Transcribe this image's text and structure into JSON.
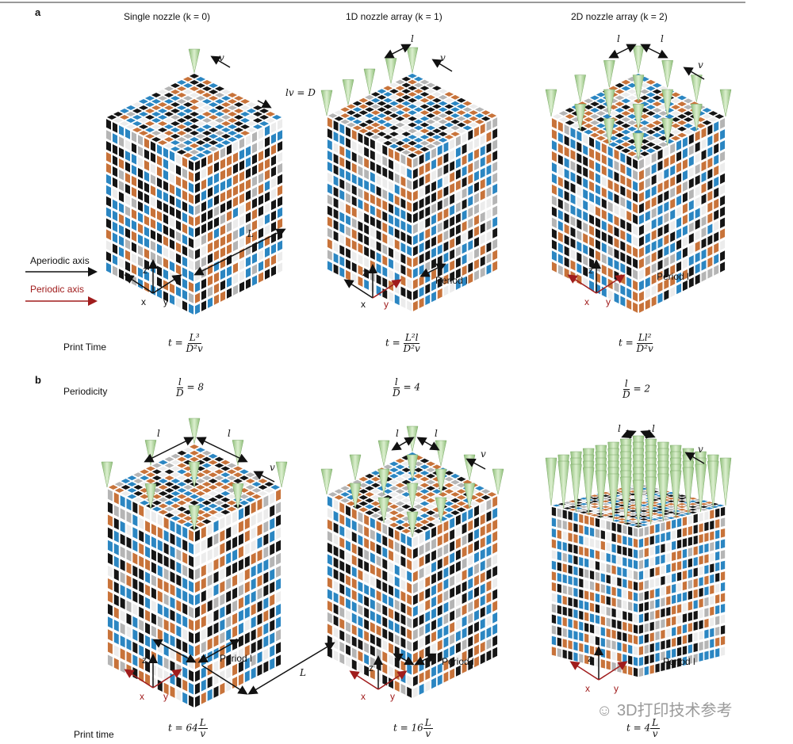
{
  "panels": {
    "a": "a",
    "b": "b"
  },
  "titles": [
    "Single nozzle (k = 0)",
    "1D nozzle array (k = 1)",
    "2D nozzle array (k = 2)"
  ],
  "legend": {
    "aperiodic": "Aperiodic axis",
    "periodic": "Periodic axis"
  },
  "row_labels": {
    "print_time_a": "Print Time",
    "periodicity": "Periodicity",
    "print_time_b": "Print time"
  },
  "annotations": {
    "v": "v",
    "l": "l",
    "lv_eq_D": "lv = D",
    "L": "L",
    "period": "Period l"
  },
  "axes": {
    "x": "x",
    "y": "y",
    "z": "z"
  },
  "formulas_a": [
    {
      "lhs": "t =",
      "num": "L³",
      "den": "D²v"
    },
    {
      "lhs": "t =",
      "num": "L²l",
      "den": "D²v"
    },
    {
      "lhs": "t =",
      "num": "Ll²",
      "den": "D²v"
    }
  ],
  "periodicity": [
    {
      "num": "l",
      "den": "D",
      "rhs": "= 8"
    },
    {
      "num": "l",
      "den": "D",
      "rhs": "= 4"
    },
    {
      "num": "l",
      "den": "D",
      "rhs": "= 2"
    }
  ],
  "formulas_b": [
    {
      "lhs": "t = 64",
      "num": "L",
      "den": "v"
    },
    {
      "lhs": "t = 16",
      "num": "L",
      "den": "v"
    },
    {
      "lhs": "t = 4",
      "num": "L",
      "den": "v"
    }
  ],
  "watermark": "3D打印技术参考",
  "colors": {
    "black": "#151515",
    "blue": "#2b86c2",
    "orange": "#c8733a",
    "gray": "#b5b5b5",
    "white": "#ececec",
    "nozzle": "#b9d8a3",
    "red_axis": "#a01c1c"
  }
}
